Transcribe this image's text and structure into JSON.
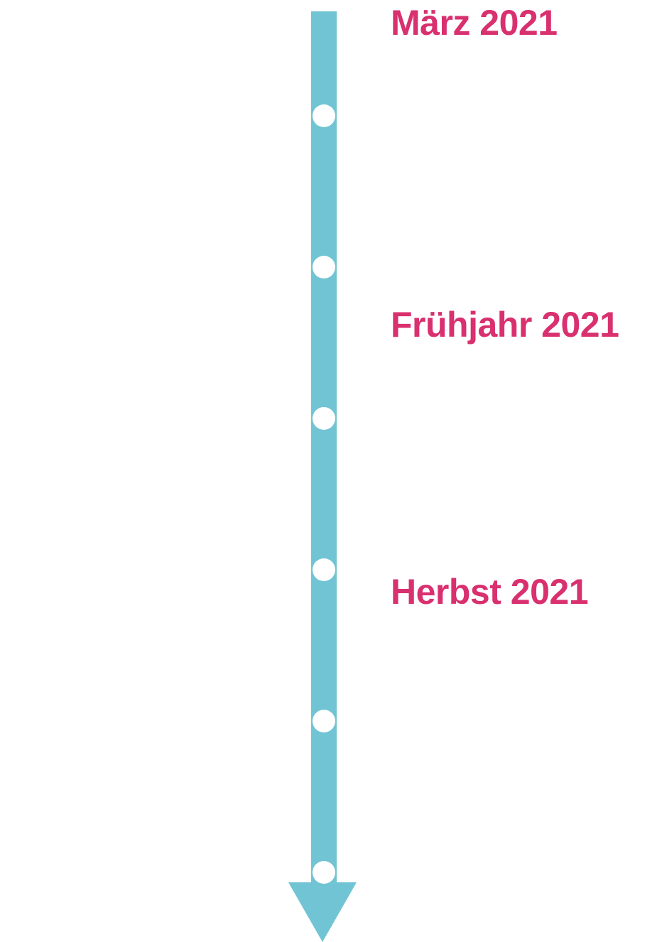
{
  "timeline": {
    "colors": {
      "line": "#71c4d4",
      "dot": "#ffffff",
      "label": "#d9306f",
      "background": "#ffffff"
    },
    "milestones": [
      {
        "label": "März 2021"
      },
      {
        "label": "Frühjahr 2021"
      },
      {
        "label": "Herbst 2021"
      }
    ],
    "dot_count": 6
  }
}
